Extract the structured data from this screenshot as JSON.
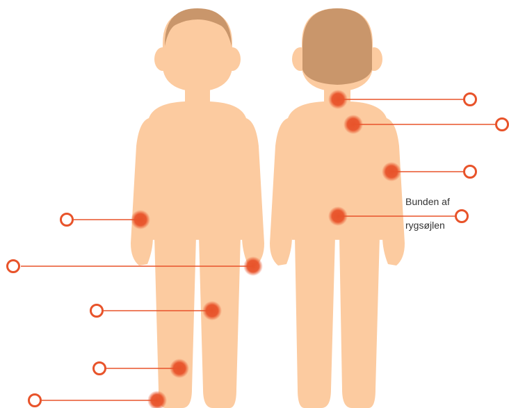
{
  "colors": {
    "skin": "#FCCBA0",
    "hair": "#C9966B",
    "marker": "#E8532A",
    "leader": "#E8532A",
    "background": "#FFFFFF"
  },
  "figures": [
    "front-view",
    "back-view"
  ],
  "callouts": [
    {
      "id": "callout-neck",
      "label": ""
    },
    {
      "id": "callout-upper-back",
      "label": ""
    },
    {
      "id": "callout-elbow-back",
      "label": ""
    },
    {
      "id": "callout-spine-base",
      "label_lines": [
        "Bunden af",
        "rygsøjlen"
      ]
    },
    {
      "id": "callout-elbow-front",
      "label": ""
    },
    {
      "id": "callout-wrist",
      "label": ""
    },
    {
      "id": "callout-knee",
      "label": ""
    },
    {
      "id": "callout-shin",
      "label": ""
    },
    {
      "id": "callout-ankle",
      "label": ""
    }
  ]
}
